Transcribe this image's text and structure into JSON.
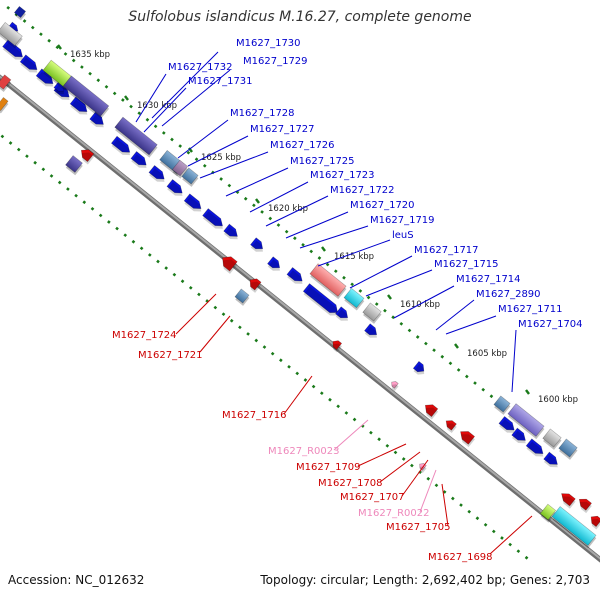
{
  "title": "Sulfolobus islandicus M.16.27, complete genome",
  "footer": {
    "accession": "Accession: NC_012632",
    "summary": "Topology: circular; Length: 2,692,402 bp; Genes: 2,703"
  },
  "colors": {
    "forward_label": "#0000cc",
    "reverse_label": "#cc0000",
    "rna_label": "#ee88bb",
    "backbone": "#808080",
    "tick": "#1a7a1a"
  },
  "kbp_ticks": [
    {
      "label": "1635 kbp"
    },
    {
      "label": "1630 kbp"
    },
    {
      "label": "1625 kbp"
    },
    {
      "label": "1620 kbp"
    },
    {
      "label": "1615 kbp"
    },
    {
      "label": "1610 kbp"
    },
    {
      "label": "1605 kbp"
    },
    {
      "label": "1600 kbp"
    }
  ],
  "forward_labels": [
    {
      "text": "M1627_1730"
    },
    {
      "text": "M1627_1729"
    },
    {
      "text": "M1627_1732"
    },
    {
      "text": "M1627_1731"
    },
    {
      "text": "M1627_1728"
    },
    {
      "text": "M1627_1727"
    },
    {
      "text": "M1627_1726"
    },
    {
      "text": "M1627_1725"
    },
    {
      "text": "M1627_1723"
    },
    {
      "text": "M1627_1722"
    },
    {
      "text": "M1627_1720"
    },
    {
      "text": "M1627_1719"
    },
    {
      "text": "leuS"
    },
    {
      "text": "M1627_1717"
    },
    {
      "text": "M1627_1715"
    },
    {
      "text": "M1627_1714"
    },
    {
      "text": "M1627_2890"
    },
    {
      "text": "M1627_1711"
    },
    {
      "text": "M1627_1704"
    }
  ],
  "reverse_labels": [
    {
      "text": "M1627_1724"
    },
    {
      "text": "M1627_1721"
    },
    {
      "text": "M1627_1716"
    },
    {
      "text": "M1627_R0023",
      "rna": true
    },
    {
      "text": "M1627_1709"
    },
    {
      "text": "M1627_1708"
    },
    {
      "text": "M1627_1707"
    },
    {
      "text": "M1627_R0022",
      "rna": true
    },
    {
      "text": "M1627_1705"
    },
    {
      "text": "M1627_1698"
    }
  ]
}
